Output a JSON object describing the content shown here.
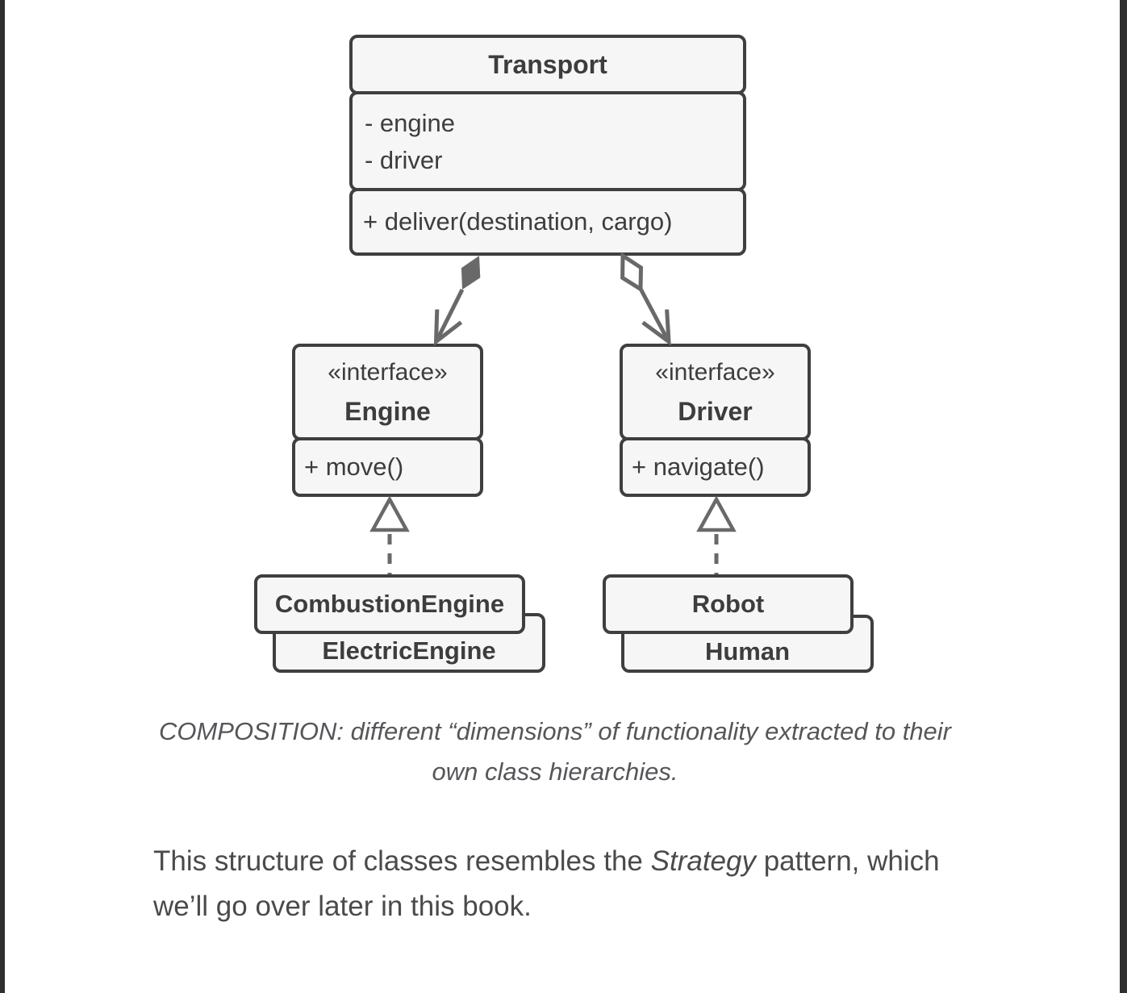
{
  "page": {
    "background": "#ffffff",
    "edge_bar_color": "#2f2f2f"
  },
  "colors": {
    "box_fill": "#f6f6f6",
    "box_border": "#3f3f3f",
    "box_text": "#3d3d3d",
    "connector": "#696969",
    "caption_text": "#56565a",
    "body_text": "#4a4a4a"
  },
  "diagram": {
    "transport": {
      "title": "Transport",
      "fields": [
        "- engine",
        "- driver"
      ],
      "method": "+ deliver(destination, cargo)"
    },
    "engine_interface": {
      "stereotype": "«interface»",
      "name": "Engine",
      "method": "+ move()"
    },
    "driver_interface": {
      "stereotype": "«interface»",
      "name": "Driver",
      "method": "+ navigate()"
    },
    "engine_implementations": {
      "front": "CombustionEngine",
      "back": "ElectricEngine"
    },
    "driver_implementations": {
      "front": "Robot",
      "back": "Human"
    }
  },
  "caption": {
    "line1": "COMPOSITION: different “dimensions” of functionality extracted to their",
    "line2": "own class hierarchies."
  },
  "paragraph": {
    "line1_start": "This structure of classes resembles the ",
    "line1_italic": "Strategy",
    "line1_end": " pattern, which",
    "line2": "we’ll go over later in this book."
  }
}
